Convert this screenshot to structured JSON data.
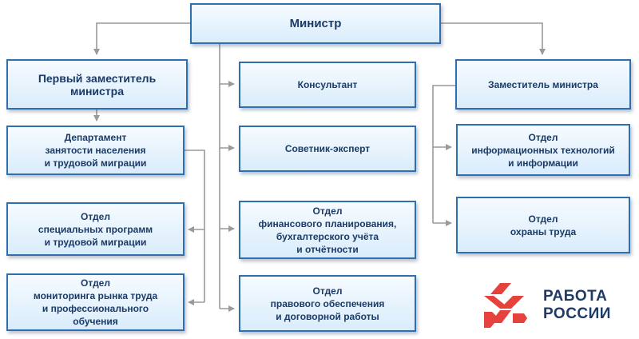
{
  "org": {
    "minister": "Министр",
    "first_deputy": "Первый заместитель\nминистра",
    "department_employment": "Департамент\nзанятости населения\nи трудовой миграции",
    "dept_special_programs": "Отдел\nспециальных программ\nи трудовой миграции",
    "dept_labor_monitoring": "Отдел\nмониторинга рынка труда\nи профессионального\nобучения",
    "consultant": "Консультант",
    "advisor_expert": "Советник-эксперт",
    "dept_finance": "Отдел\nфинансового планирования,\nбухгалтерского учёта\nи отчётности",
    "dept_legal": "Отдел\nправового обеспечения\nи договорной работы",
    "deputy": "Заместитель министра",
    "dept_it": "Отдел\nинформационных технологий\nи информации",
    "dept_labor_safety": "Отдел\nохраны труда"
  },
  "logo": {
    "line1": "РАБОТА",
    "line2": "РОССИИ"
  },
  "colors": {
    "border": "#2f6fb1",
    "connector": "#999999",
    "text": "#1b3a66",
    "logo_red": "#e5413d"
  }
}
